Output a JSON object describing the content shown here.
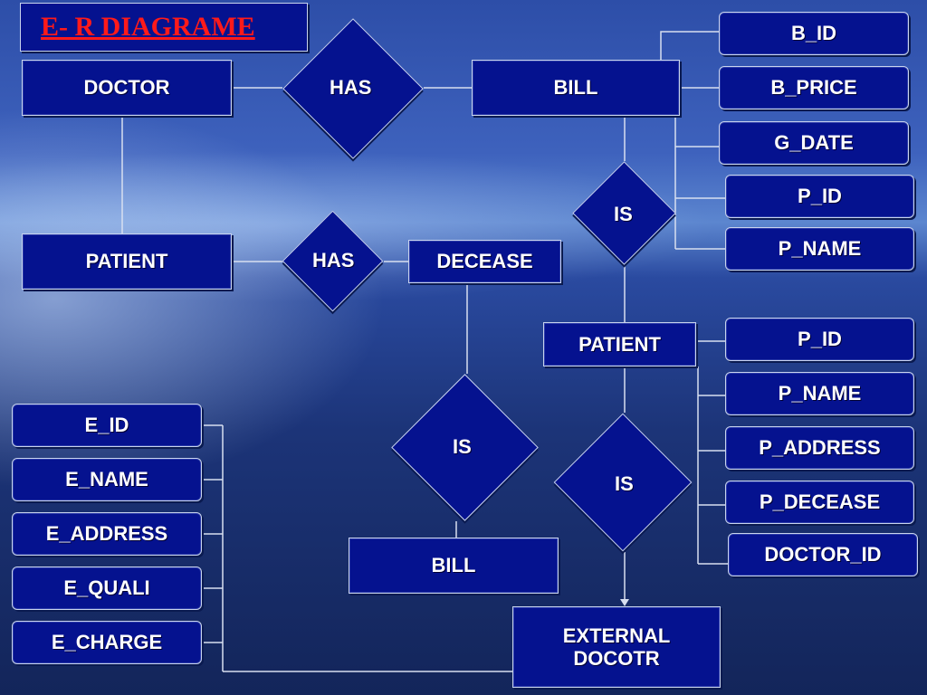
{
  "title": "E- R DIAGRAME",
  "colors": {
    "box_fill": "#05128f",
    "box_border": "#c9d4ee",
    "text": "#ffffff",
    "title_text": "#ff1a1a",
    "connector": "#d8dff0"
  },
  "entities": {
    "doctor": "DOCTOR",
    "bill_top": "BILL",
    "patient_left": "PATIENT",
    "decease": "DECEASE",
    "patient_mid": "PATIENT",
    "bill_bottom": "BILL",
    "external_doctor_line1": "EXTERNAL",
    "external_doctor_line2": "DOCOTR"
  },
  "relationships": {
    "has_top": "HAS",
    "has_mid": "HAS",
    "is_bill": "IS",
    "is_decease": "IS",
    "is_patient": "IS"
  },
  "bill_attributes": [
    "B_ID",
    "B_PRICE",
    "G_DATE",
    "P_ID",
    "P_NAME"
  ],
  "patient_attributes": [
    "P_ID",
    "P_NAME",
    "P_ADDRESS",
    "P_DECEASE",
    "DOCTOR_ID"
  ],
  "external_doctor_attributes": [
    "E_ID",
    "E_NAME",
    "E_ADDRESS",
    "E_QUALI",
    "E_CHARGE"
  ]
}
